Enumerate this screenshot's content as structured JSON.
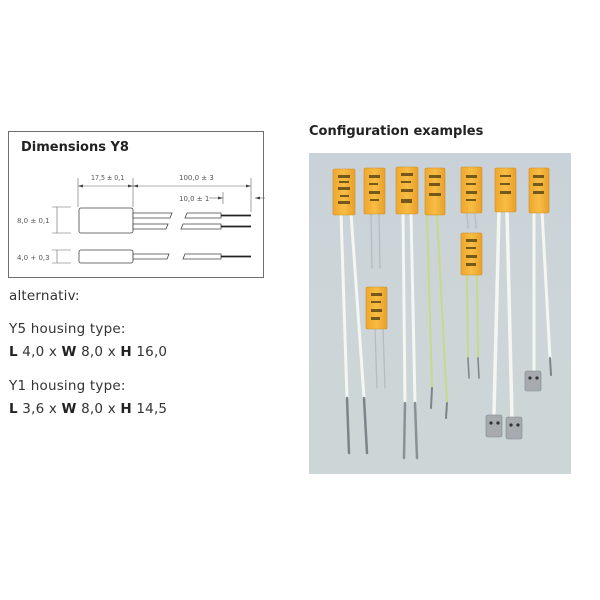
{
  "dimensions": {
    "title": "Dimensions Y8",
    "labels": {
      "body_length": "17,5 ± 0,1",
      "lead_length": "100,0 ± 3",
      "strip_length": "10,0 ± 1",
      "height": "8,0 ± 0,1",
      "thickness": "4,0 + 0,3"
    }
  },
  "alternatives": {
    "heading": "alternativ:",
    "y5": {
      "label": "Y5 housing type:",
      "L": "L",
      "l_val": " 4,0 x ",
      "W": "W",
      "w_val": " 8,0 x ",
      "H": "H",
      "h_val": " 16,0"
    },
    "y1": {
      "label": "Y1 housing type:",
      "L": "L",
      "l_val": " 3,6 x ",
      "W": "W",
      "w_val": " 8,0 x ",
      "H": "H",
      "h_val": " 14,5"
    }
  },
  "configuration": {
    "title": "Configuration examples",
    "photo_description": "Yellow Y8 thermal cutoff components with white, green and bare leads, some with flat crimp terminals",
    "colors": {
      "background": "#cbd3d7",
      "component": "#f5b53a",
      "wire_white": "#f4f6f2",
      "wire_green": "#c7d98a",
      "metal": "#9aa0a6"
    }
  }
}
